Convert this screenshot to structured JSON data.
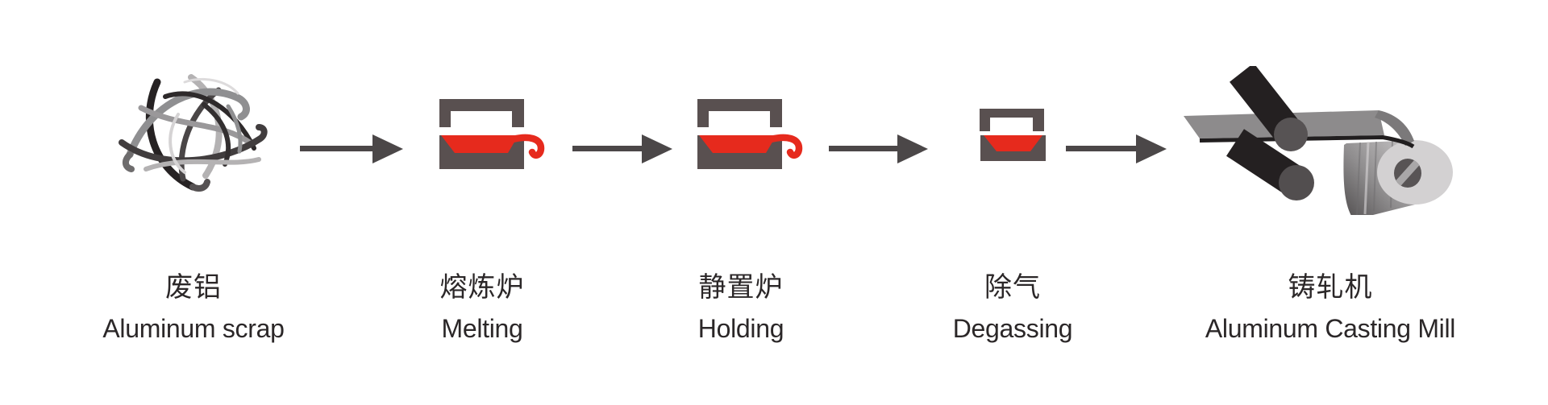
{
  "diagram": {
    "name": "aluminum-casting-process-flow",
    "steps": [
      {
        "name_zh": "废铝",
        "name_en": "Aluminum scrap",
        "icon": "aluminum-scrap-icon"
      },
      {
        "name_zh": "熔炼炉",
        "name_en": "Melting",
        "icon": "melting-furnace-icon"
      },
      {
        "name_zh": "静置炉",
        "name_en": "Holding",
        "icon": "holding-furnace-icon"
      },
      {
        "name_zh": "除气",
        "name_en": "Degassing",
        "icon": "degassing-furnace-icon"
      },
      {
        "name_zh": "铸轧机",
        "name_en": "Aluminum Casting Mill",
        "icon": "casting-mill-icon"
      }
    ],
    "connector": "arrow-right",
    "connector_count": 4,
    "colors": {
      "background": "#ffffff",
      "text": "#2b2728",
      "arrow_gray": "#4b4748",
      "furnace_body": "#595050",
      "molten_red": "#e62a1d",
      "roller_dark": "#242021",
      "roller_cap_gray": "#575354",
      "sheet_gray": "#8d8b8c",
      "coil_light_gray": "#d3d1d2"
    }
  }
}
